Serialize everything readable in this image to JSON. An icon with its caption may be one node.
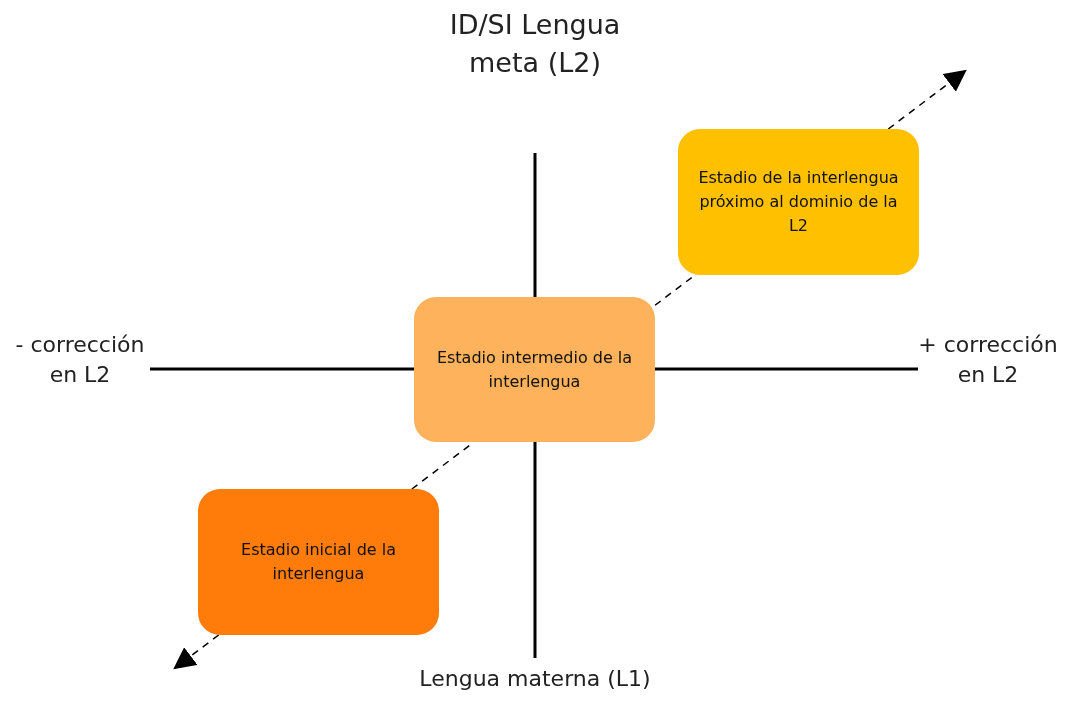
{
  "diagram": {
    "nodes": [
      {
        "text": [
          "Estadio de la interlengua próximo al dominio de la L2"
        ]
      },
      {
        "text": [
          "Estadio intermedio de la interlengua"
        ]
      },
      {
        "text": [
          "Estadio inicial de la interlengua"
        ]
      }
    ],
    "edges": [
      {
        "from": 2,
        "to": null,
        "arrow": "to",
        "style": "dashed"
      },
      {
        "from": 2,
        "to": 1,
        "arrow": "none",
        "style": "dashed"
      },
      {
        "from": 1,
        "to": 0,
        "arrow": "none",
        "style": "dashed"
      },
      {
        "from": 0,
        "to": null,
        "arrow": "to",
        "style": "dashed"
      }
    ],
    "labels": [
      "ID/SI Lengua meta (L2)",
      "- corrección en L2",
      "+ corrección en L2",
      "Lengua materna (L1)"
    ]
  }
}
